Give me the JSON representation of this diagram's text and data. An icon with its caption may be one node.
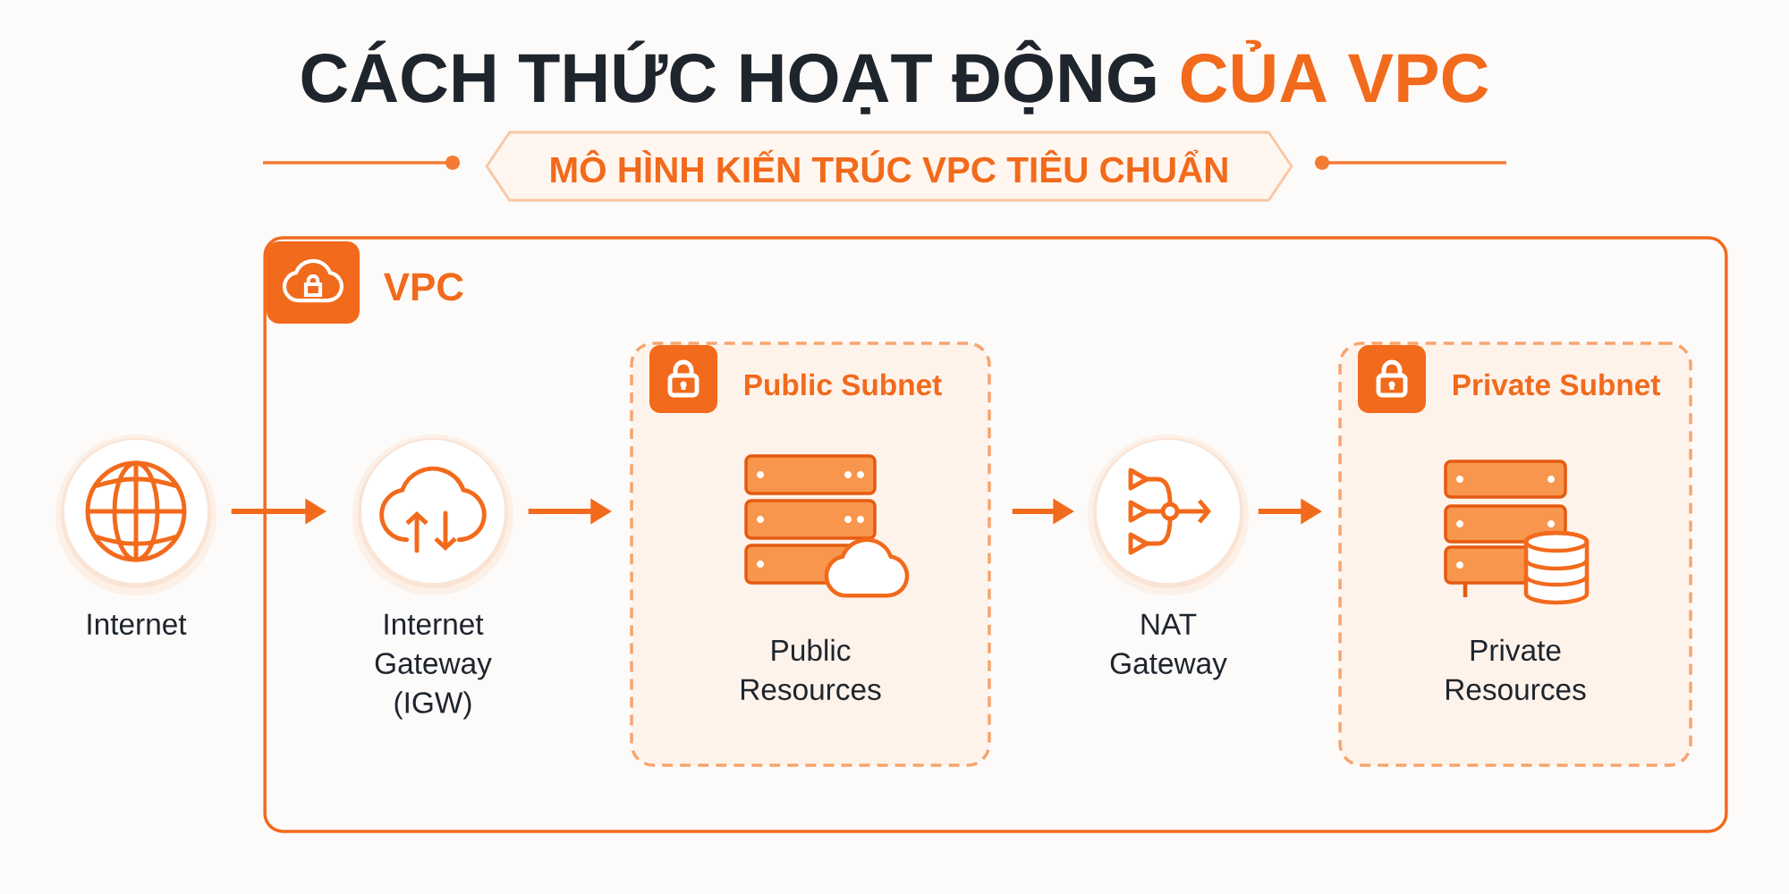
{
  "diagram": {
    "title": "CÁCH THỨC HOẠT ĐỘNG CỦA VPC",
    "nodes": [
      {
        "text": [
          "MÔ HÌNH KIẾN TRÚC VPC TIÊU CHUẨN"
        ]
      },
      {
        "text": [
          "VPC"
        ]
      },
      {
        "text": [
          "Internet"
        ]
      },
      {
        "text": [
          "Internet Gateway (IGW)"
        ],
        "in": 1
      },
      {
        "text": [
          "Public Subnet",
          "Public Resources"
        ],
        "in": 1
      },
      {
        "text": [
          "NAT Gateway"
        ],
        "in": 1
      },
      {
        "text": [
          "Private Subnet",
          "Private Resources"
        ],
        "in": 1
      }
    ],
    "edges": [
      {
        "from": 2,
        "to": 3,
        "arrow": "to"
      },
      {
        "from": 3,
        "to": 4,
        "arrow": "to"
      },
      {
        "from": 4,
        "to": 5,
        "arrow": "to"
      },
      {
        "from": 5,
        "to": 6,
        "arrow": "to"
      }
    ]
  }
}
